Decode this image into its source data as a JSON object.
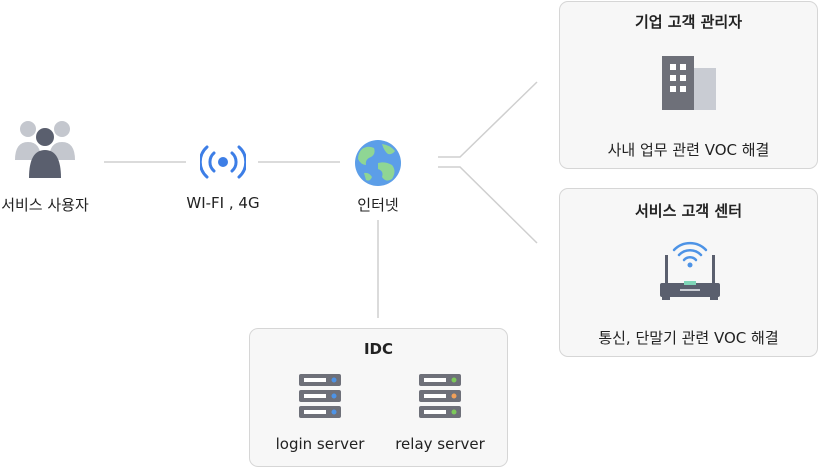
{
  "nodes": {
    "users": {
      "label": "서비스 사용자",
      "icon": "users-icon"
    },
    "wifi": {
      "label": "WI-FI , 4G",
      "icon": "wireless-signal-icon"
    },
    "internet": {
      "label": "인터넷",
      "icon": "globe-icon"
    }
  },
  "enterprise_box": {
    "title": "기업 고객 관리자",
    "caption": "사내 업무 관련 VOC 해결",
    "icon": "office-building-icon"
  },
  "service_box": {
    "title": "서비스 고객 센터",
    "caption": "통신, 단말기 관련 VOC 해결",
    "icon": "wifi-router-icon"
  },
  "idc_box": {
    "title": "IDC",
    "servers": [
      {
        "label": "login server",
        "icon": "server-icon"
      },
      {
        "label": "relay server",
        "icon": "server-icon"
      }
    ]
  },
  "colors": {
    "accent_blue": "#3d7ee6",
    "icon_gray": "#77777f",
    "box_bg": "#f7f7f7",
    "box_border": "#d6d6d6",
    "line": "#cfcfcf",
    "globe_blue": "#5c9ee8",
    "globe_green": "#8fd694"
  }
}
